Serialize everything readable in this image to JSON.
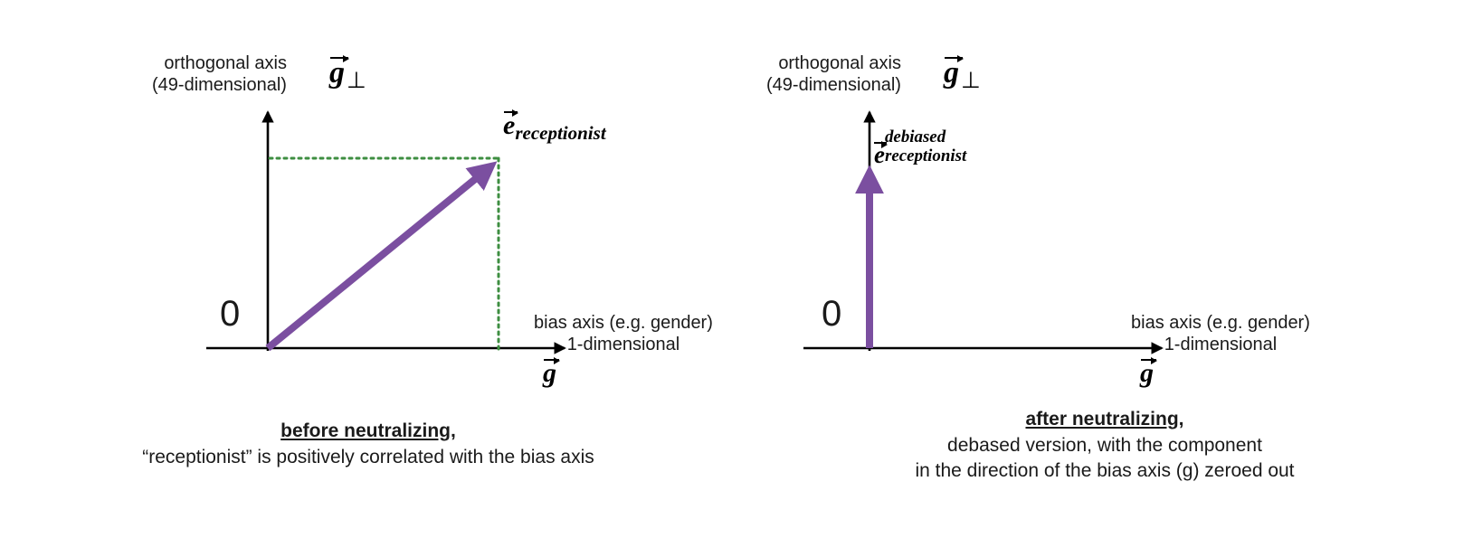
{
  "figure": {
    "background": "#ffffff",
    "vector_color": "#7B4FA0",
    "guide_color": "#3E8E41",
    "axis_color": "#000000"
  },
  "panels": [
    {
      "id": "before",
      "y_axis_note_line1": "orthogonal axis",
      "y_axis_note_line2": "(49-dimensional)",
      "y_axis_symbol": "g",
      "y_axis_symbol_sub": "⊥",
      "x_axis_note_line1": "bias axis (e.g. gender)",
      "x_axis_note_line2": "1-dimensional",
      "x_axis_symbol": "g",
      "origin_label": "0",
      "vector_symbol": "e",
      "vector_subscript": "receptionist",
      "vector_superscript": "",
      "caption_heading": "before neutralizing,",
      "caption_lines": [
        "“receptionist” is positively correlated with the bias axis"
      ]
    },
    {
      "id": "after",
      "y_axis_note_line1": "orthogonal axis",
      "y_axis_note_line2": "(49-dimensional)",
      "y_axis_symbol": "g",
      "y_axis_symbol_sub": "⊥",
      "x_axis_note_line1": "bias axis (e.g. gender)",
      "x_axis_note_line2": "1-dimensional",
      "x_axis_symbol": "g",
      "origin_label": "0",
      "vector_symbol": "e",
      "vector_subscript": "receptionist",
      "vector_superscript": "debiased",
      "caption_heading": "after neutralizing,",
      "caption_lines": [
        "debased version, with the component",
        "in the direction of the bias axis (g) zeroed out"
      ]
    }
  ],
  "chart_data": {
    "type": "diagram",
    "title": "Neutralizing a word embedding along the bias axis",
    "axes": {
      "x": {
        "name": "bias axis (e.g. gender)",
        "dimensionality": "1-dimensional",
        "symbol": "g"
      },
      "y": {
        "name": "orthogonal axis",
        "dimensionality": "49-dimensional",
        "symbol": "g⊥"
      }
    },
    "vectors": [
      {
        "panel": "before",
        "label": "e_receptionist",
        "origin": [
          0,
          0
        ],
        "tip": [
          1.0,
          1.0
        ],
        "color": "#7B4FA0",
        "guides": [
          "horizontal dotted to y-axis",
          "vertical dotted to x-axis"
        ],
        "guide_color": "#3E8E41"
      },
      {
        "panel": "after",
        "label": "e_receptionist^debiased",
        "origin": [
          0,
          0
        ],
        "tip": [
          0,
          1.0
        ],
        "color": "#7B4FA0",
        "guides": []
      }
    ]
  }
}
